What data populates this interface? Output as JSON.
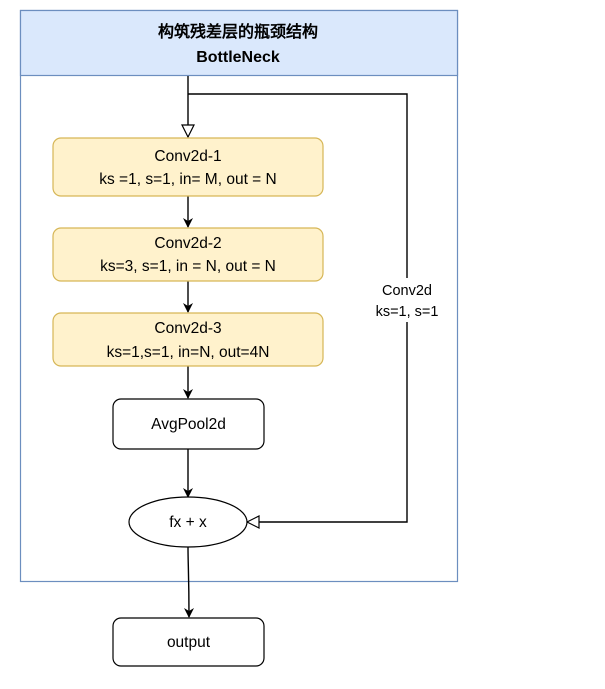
{
  "diagram": {
    "title_zh": "构筑残差层的瓶颈结构",
    "title_en": "BottleNeck",
    "nodes": {
      "conv1": {
        "line1": "Conv2d-1",
        "line2": "ks =1, s=1, in= M, out = N"
      },
      "conv2": {
        "line1": "Conv2d-2",
        "line2": "ks=3, s=1, in = N, out = N"
      },
      "conv3": {
        "line1": "Conv2d-3",
        "line2": "ks=1,s=1, in=N, out=4N"
      },
      "avgpool": {
        "label": "AvgPool2d"
      },
      "sum": {
        "label": "fx + x"
      },
      "output": {
        "label": "output"
      }
    },
    "shortcut": {
      "line1": "Conv2d",
      "line2": "ks=1, s=1"
    },
    "colors": {
      "container_border": "#6c8ebf",
      "header_fill": "#dae8fc",
      "conv_fill": "#fff2cc",
      "conv_border": "#d6b656",
      "line": "#000000"
    }
  }
}
